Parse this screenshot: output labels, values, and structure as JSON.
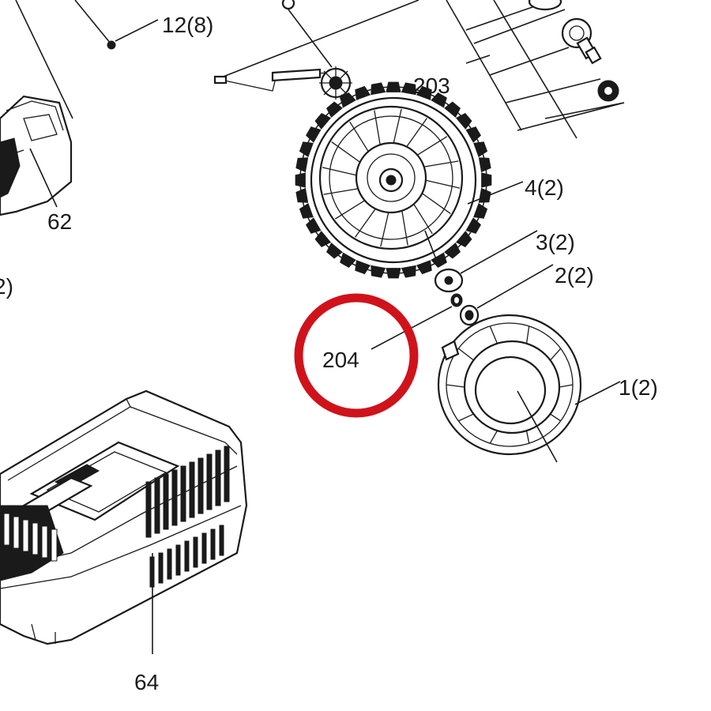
{
  "labels": {
    "p12": "12(8)",
    "p62": "62",
    "p203": "203",
    "p4": "4(2)",
    "p3": "3(2)",
    "p2": "2(2)",
    "p1": "1(2)",
    "p204": "204",
    "p64": "64",
    "cut_left": "2)"
  },
  "highlight": {
    "target": "204",
    "color": "#d0121b"
  }
}
